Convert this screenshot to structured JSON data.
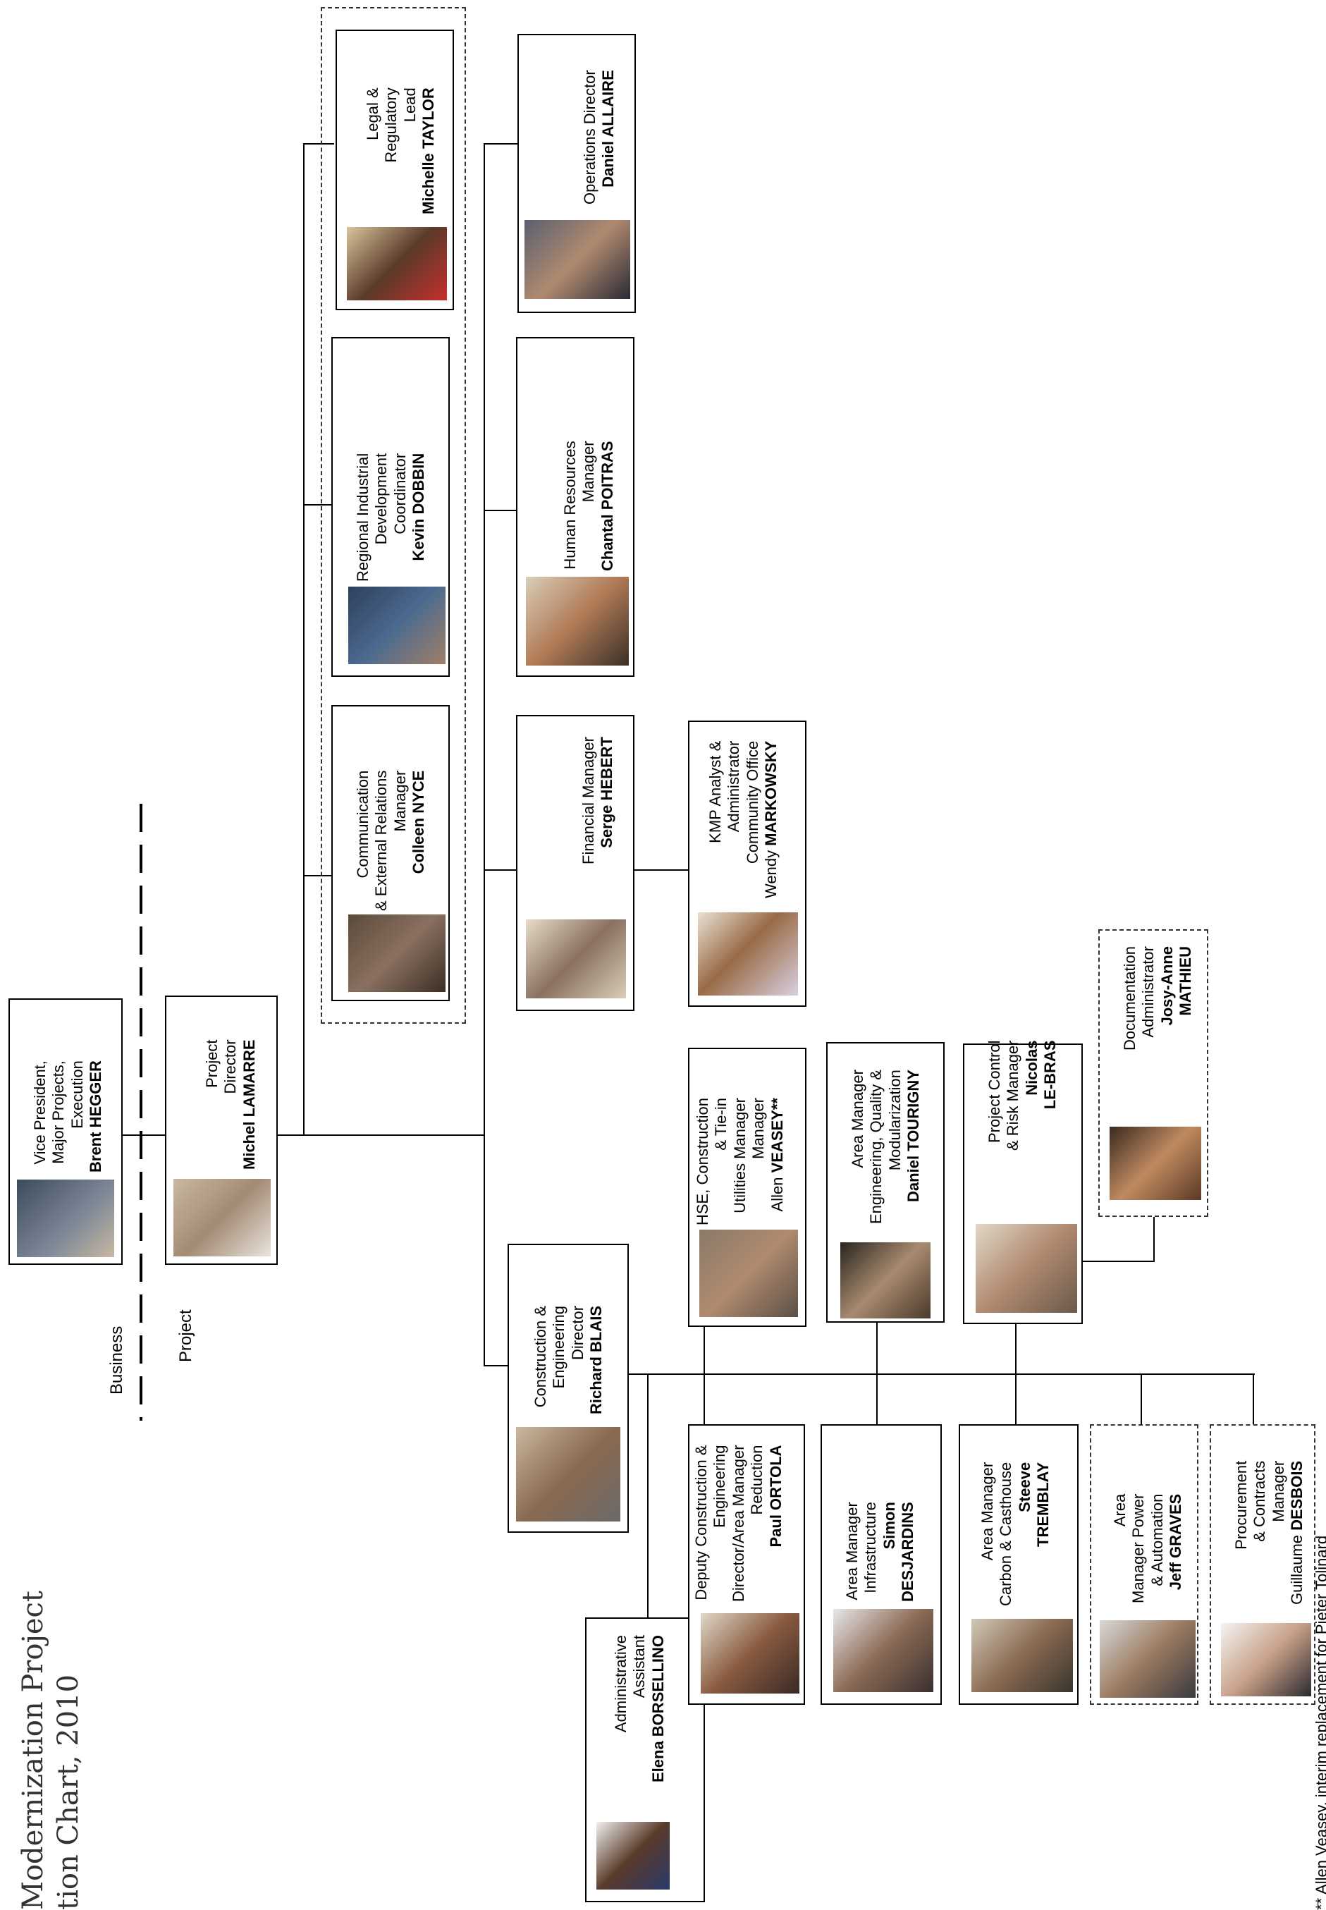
{
  "title": {
    "line1": "Modernization Project",
    "line2": "tion Chart, 2010"
  },
  "divider": {
    "business_label": "Business",
    "project_label": "Project"
  },
  "footnote": "** Allen Veasey, interim replacement for Pieter Tolinard",
  "people": {
    "hegger": {
      "role": [
        "Vice President,",
        "Major Projects,",
        "Execution"
      ],
      "name": "Brent HEGGER"
    },
    "lamarre": {
      "role": [
        "Project",
        "Director"
      ],
      "name": "Michel LAMARRE"
    },
    "nyce": {
      "role": [
        "Communication",
        "& External Relations",
        "Manager"
      ],
      "name": "Colleen NYCE"
    },
    "dobbin": {
      "role": [
        "Regional Industrial",
        "Development",
        "Coordinator"
      ],
      "name": "Kevin DOBBIN"
    },
    "taylor": {
      "role": [
        "Legal &",
        "Regulatory",
        "Lead"
      ],
      "name": "Michelle TAYLOR"
    },
    "hebert": {
      "role": [
        "Financial Manager"
      ],
      "name": "Serge HEBERT"
    },
    "markowsky": {
      "role": [
        "KMP Analyst &",
        "Administrator",
        "Community Office"
      ],
      "name_prefix": "Wendy ",
      "name": "MARKOWSKY"
    },
    "poitras": {
      "role": [
        "Human Resources",
        "Manager"
      ],
      "name": "Chantal POITRAS"
    },
    "allaire": {
      "role": [
        "Operations Director"
      ],
      "name": "Daniel ALLAIRE"
    },
    "blais": {
      "role": [
        "Construction &",
        "Engineering",
        "Director"
      ],
      "name": "Richard BLAIS"
    },
    "veasey": {
      "role": [
        "HSE, Construction",
        "& Tie-in",
        "Utilities Manager",
        "Manager"
      ],
      "name_prefix": "Allen ",
      "name": "VEASEY**"
    },
    "tourigny": {
      "role": [
        "Area Manager",
        "Engineering, Quality &",
        "Modularization"
      ],
      "name": "Daniel TOURIGNY"
    },
    "lebras": {
      "role": [
        "Project Control",
        "& Risk Manager"
      ],
      "name": "Nicolas",
      "name2": "LE-BRAS"
    },
    "mathieu": {
      "role": [
        "Documentation",
        "Administrator"
      ],
      "name": "Josy-Anne",
      "name2": "MATHIEU"
    },
    "borsellino": {
      "role": [
        "Administrative",
        "Assistant"
      ],
      "name": "Elena BORSELLINO"
    },
    "ortola": {
      "role": [
        "Deputy Construction &",
        "Engineering",
        "Director/Area Manager",
        "Reduction"
      ],
      "name": "Paul ORTOLA"
    },
    "desjardins": {
      "role": [
        "Area Manager",
        "Infrastructure"
      ],
      "name": "Simon",
      "name2": "DESJARDINS"
    },
    "tremblay": {
      "role": [
        "Area Manager",
        "Carbon & Casthouse"
      ],
      "name": "Steeve",
      "name2": "TREMBLAY"
    },
    "graves": {
      "role": [
        "Area",
        "Manager Power",
        "& Automation"
      ],
      "name": "Jeff GRAVES"
    },
    "desbois": {
      "role": [
        "Procurement",
        "& Contracts",
        "Manager"
      ],
      "name_prefix": "Guillaume ",
      "name": "DESBOIS"
    }
  },
  "colors": {
    "line": "#000000",
    "dashed_border": "#333333",
    "photo_bg_1": "#8a7060",
    "photo_bg_2": "#c9b8a0",
    "photo_bg_3": "#3d4a5c"
  }
}
